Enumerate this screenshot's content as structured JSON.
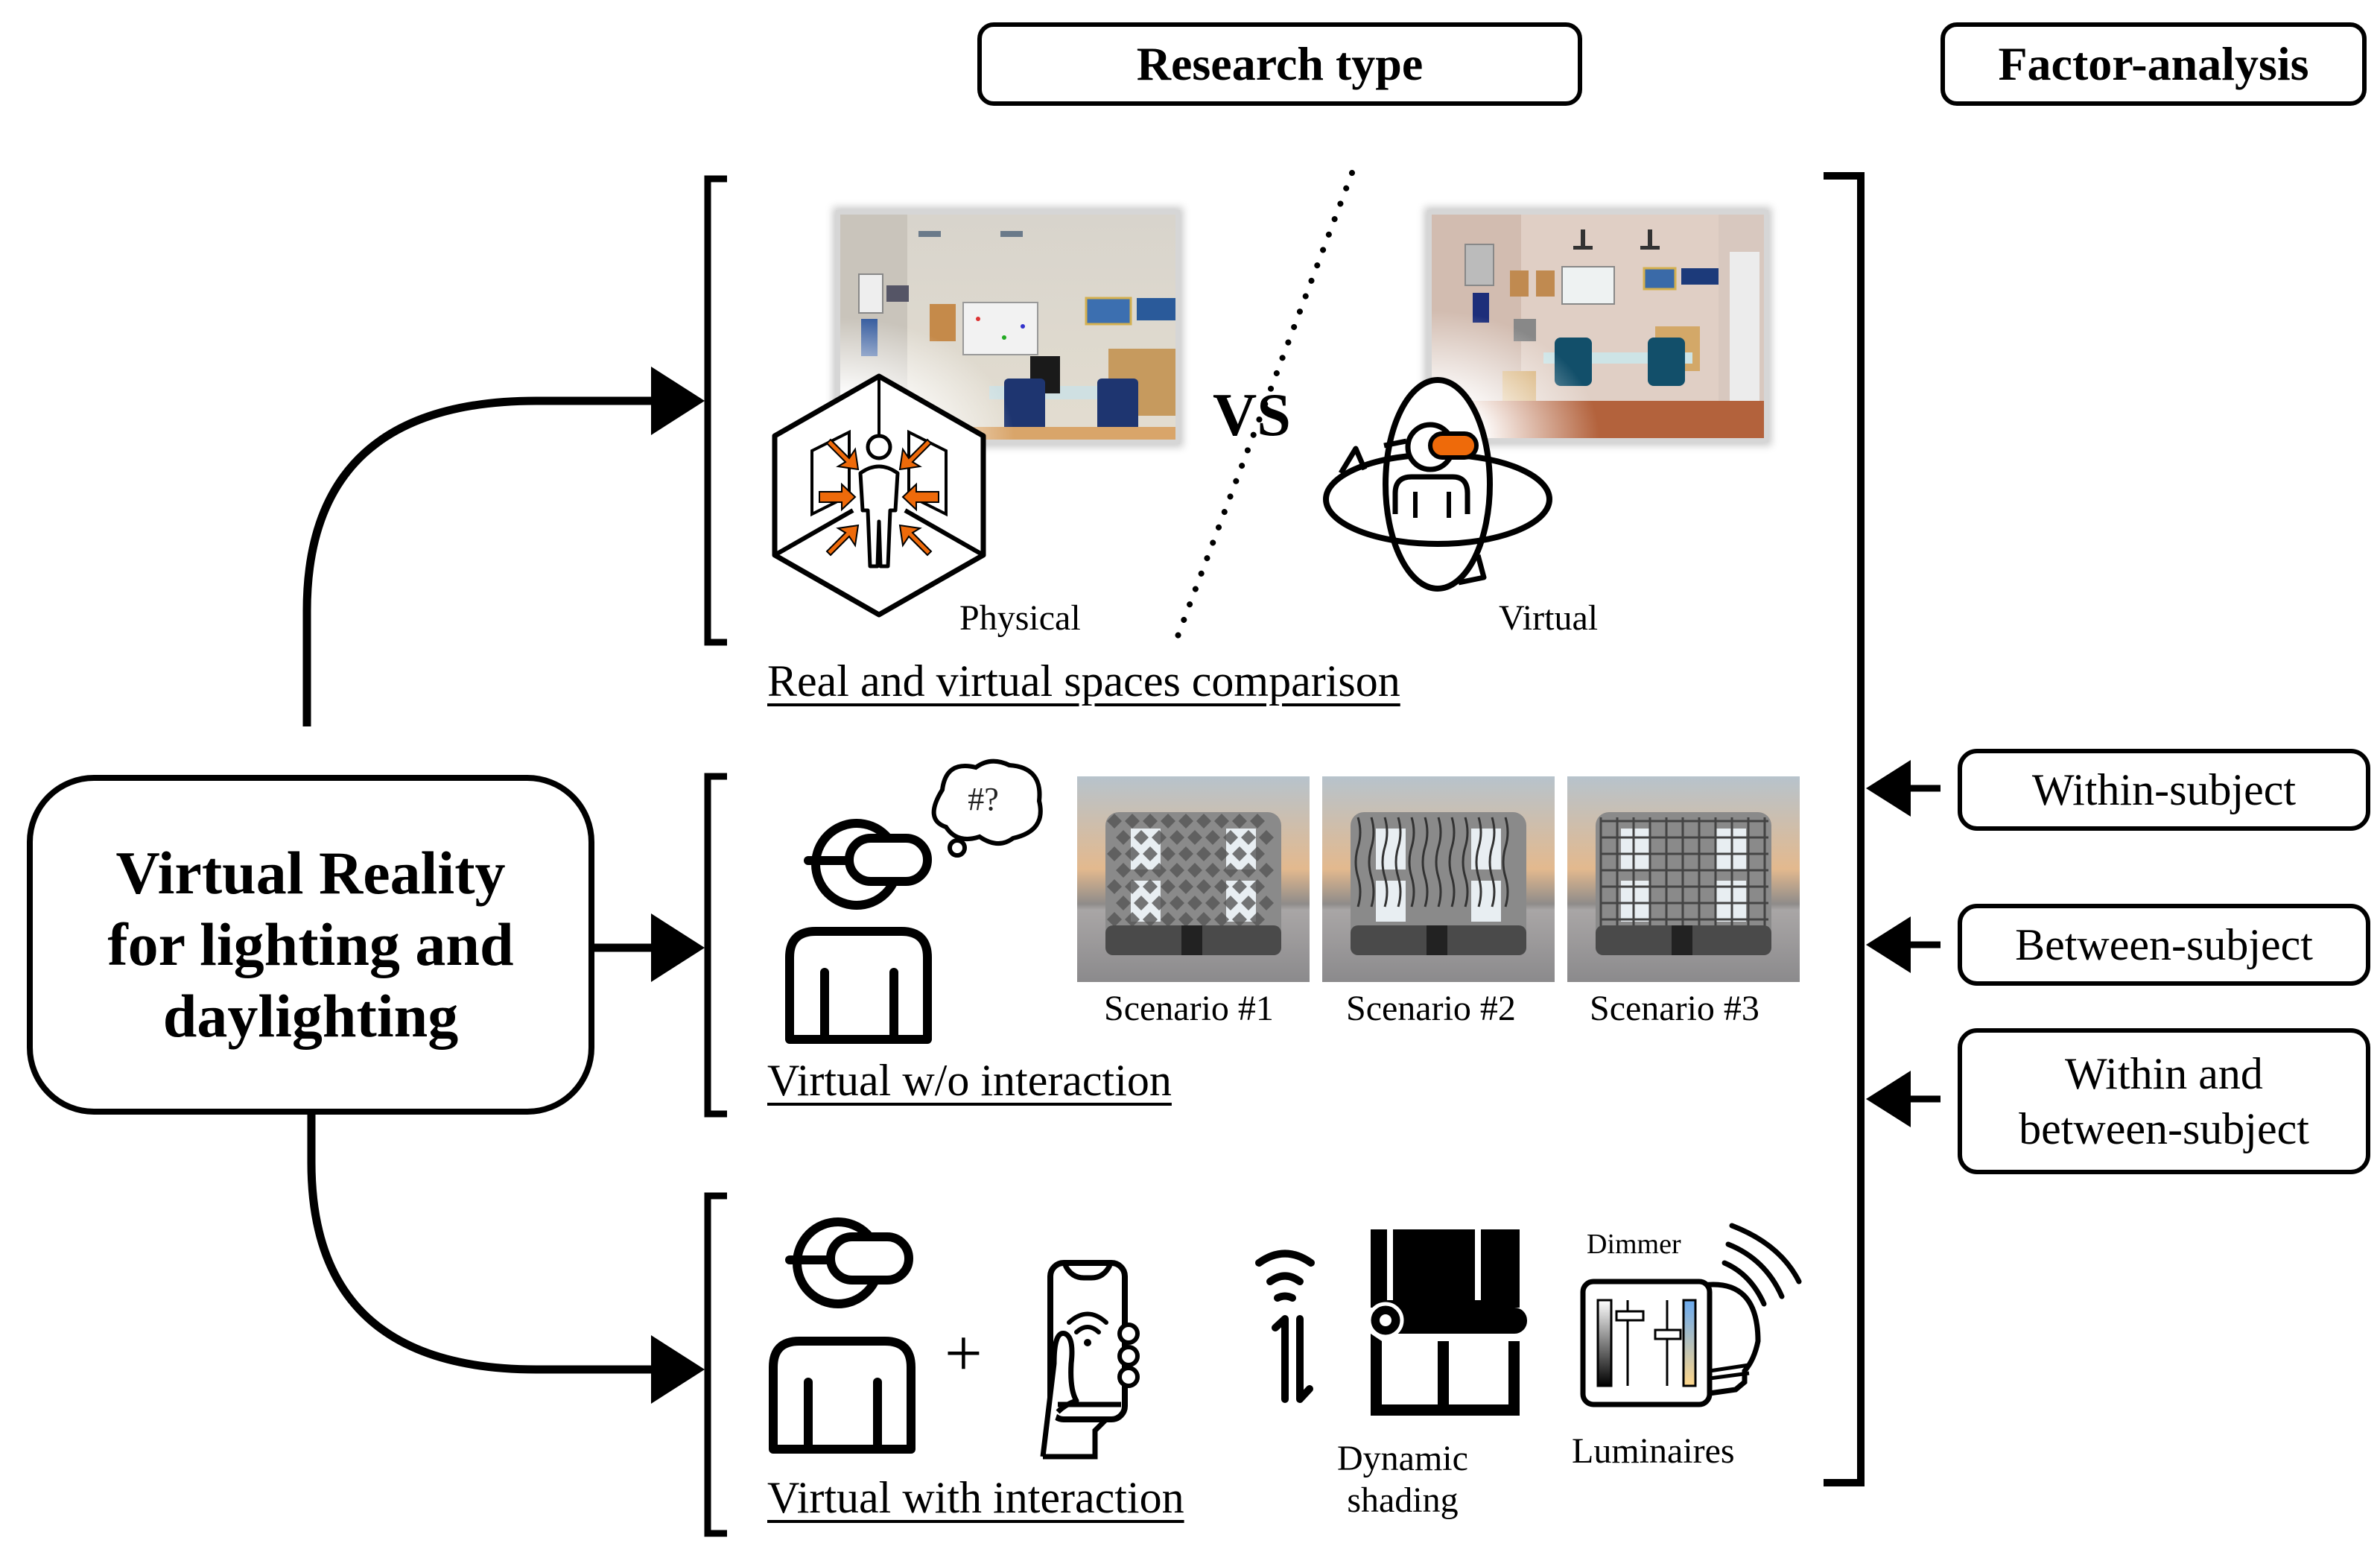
{
  "headers": {
    "research_type": "Research type",
    "factor_analysis": "Factor-analysis"
  },
  "main_node": {
    "line1": "Virtual Reality",
    "line2": "for lighting and",
    "line3": "daylighting"
  },
  "research_types": [
    {
      "title": "Real and virtual spaces comparison",
      "physical_label": "Physical",
      "vs_label": "VS",
      "virtual_label": "Virtual"
    },
    {
      "title": "Virtual w/o interaction",
      "thought_text": "#?",
      "scenarios": [
        "Scenario #1",
        "Scenario #2",
        "Scenario #3"
      ]
    },
    {
      "title": "Virtual with interaction",
      "plus": "+",
      "shading_label_line1": "Dynamic",
      "shading_label_line2": "shading",
      "dimmer_label": "Dimmer",
      "luminaires_label": "Luminaires"
    }
  ],
  "factor_analysis": [
    {
      "line1": "Within-subject"
    },
    {
      "line1": "Between-subject"
    },
    {
      "line1": "Within and",
      "line2": "between-subject"
    }
  ],
  "colors": {
    "accent_orange": "#EE6A0A",
    "stroke": "#000000",
    "photo_border": "#D6D6D6"
  }
}
